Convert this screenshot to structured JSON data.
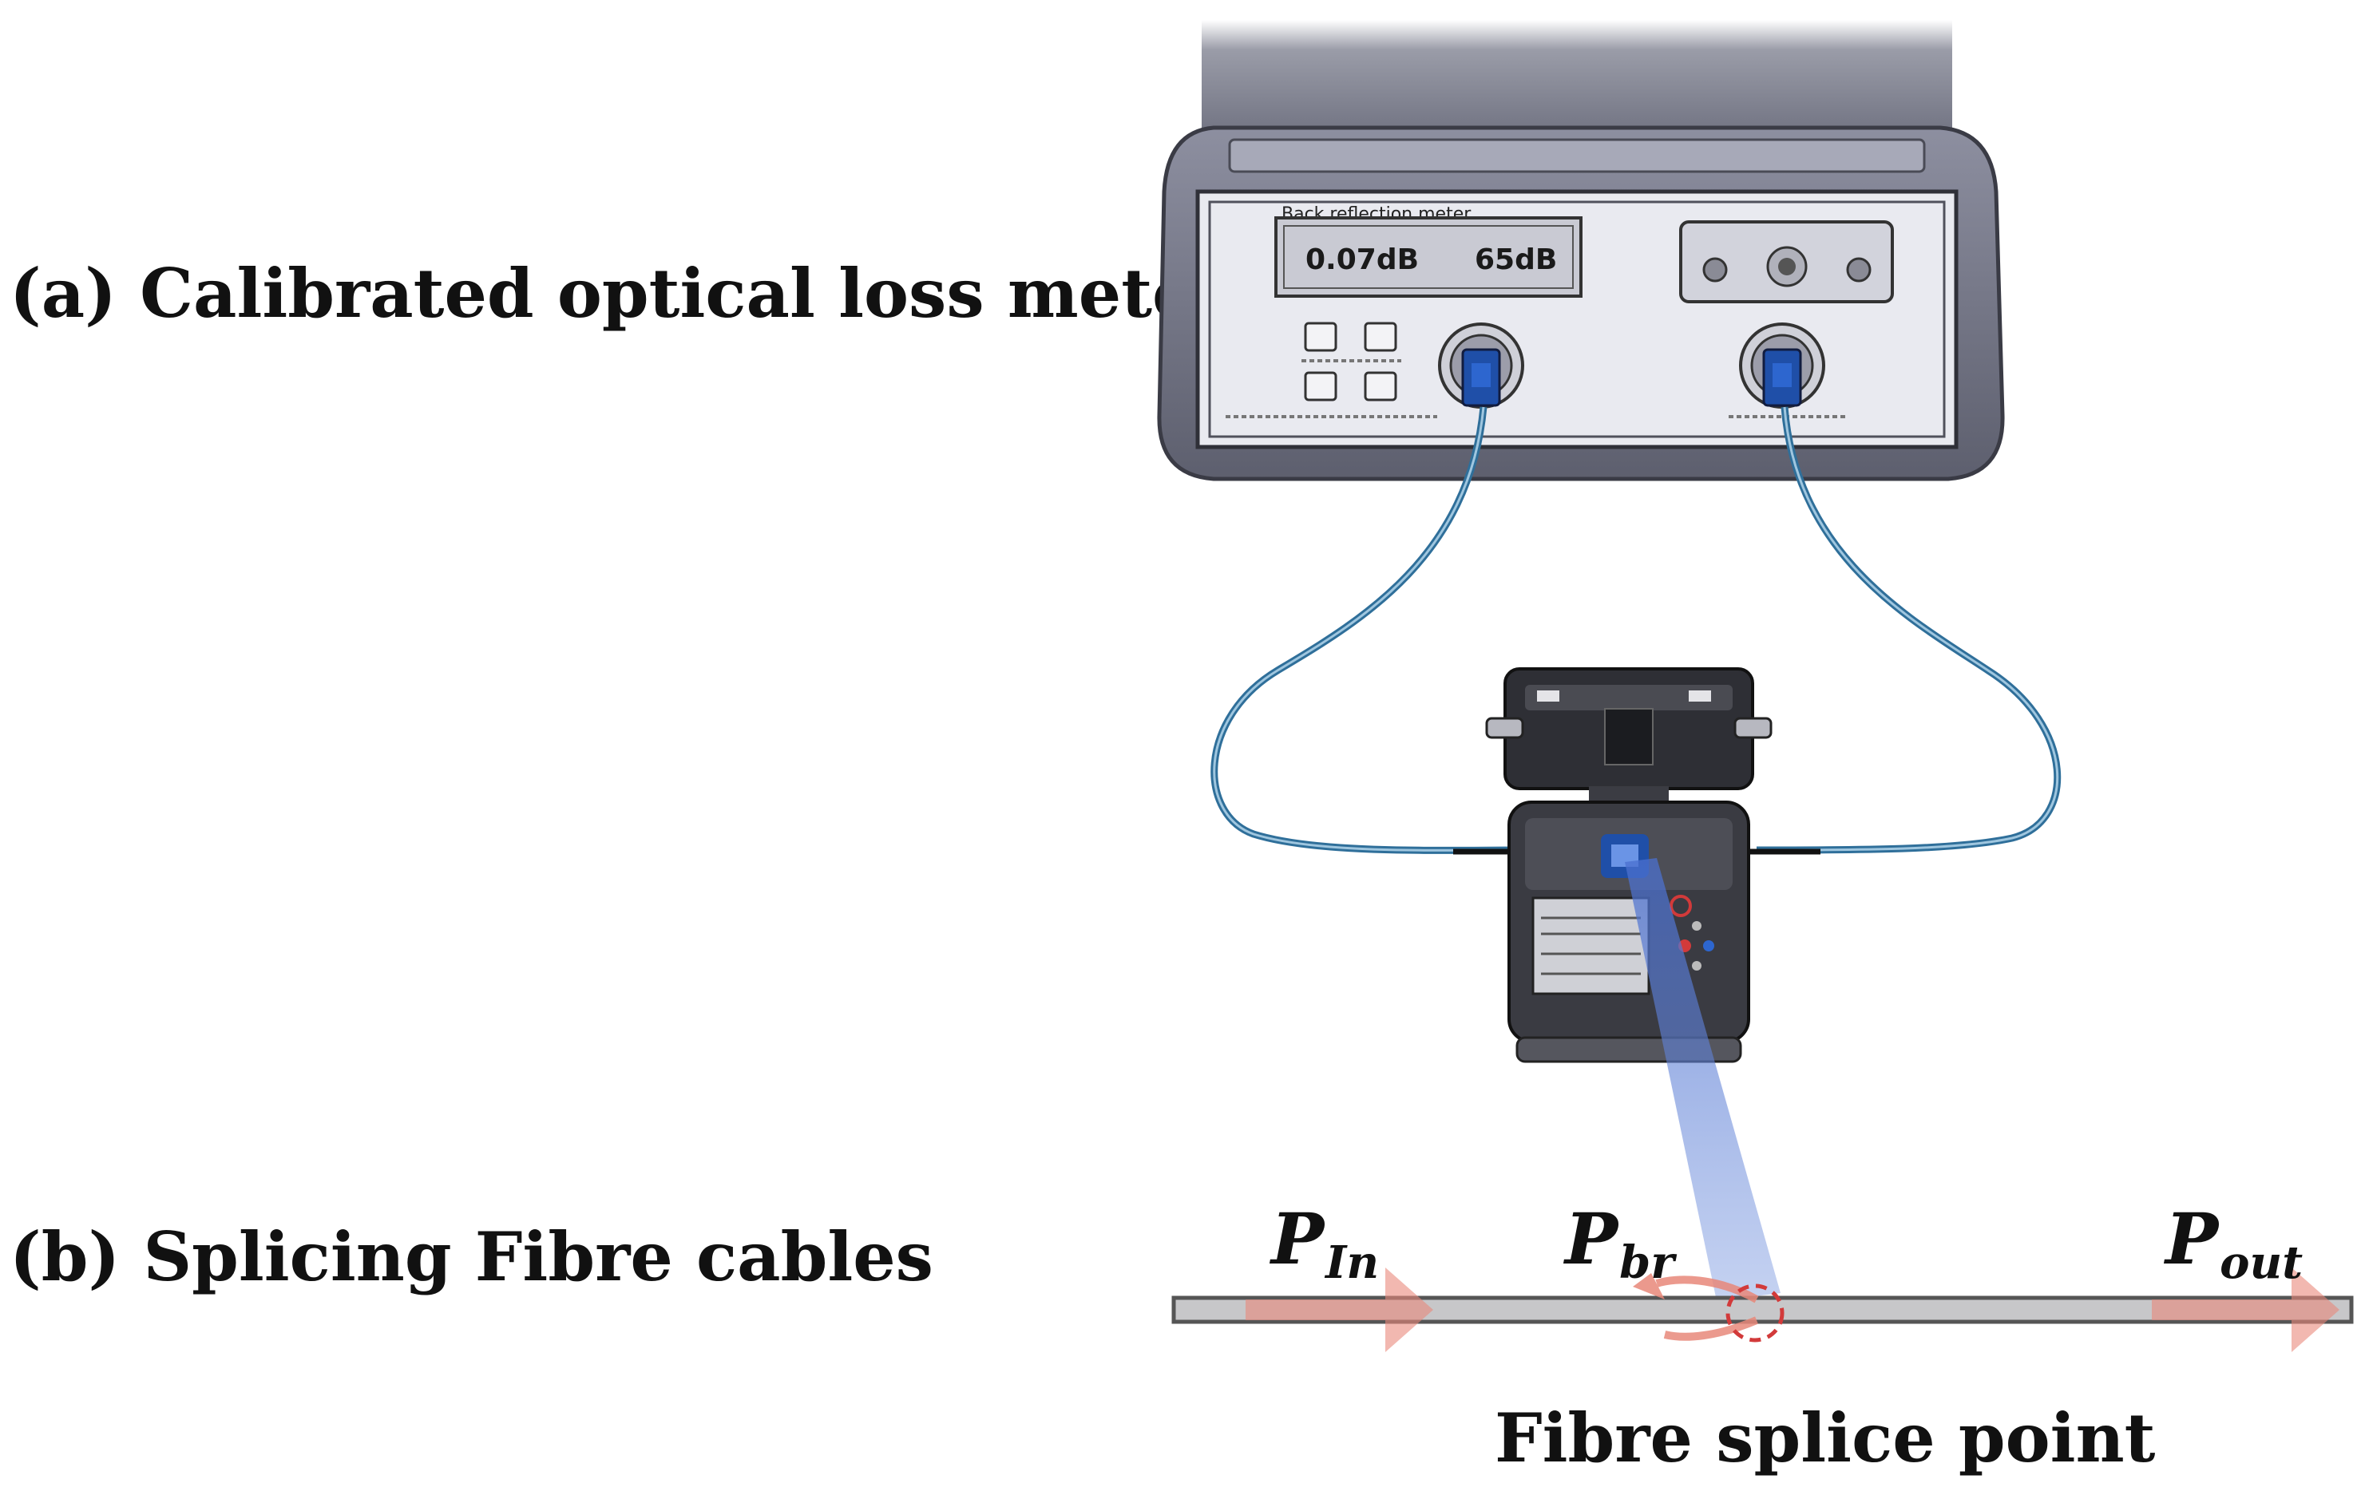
{
  "labels": {
    "a": "(a) Calibrated optical loss meter",
    "b": "(b) Splicing Fibre cables",
    "splice_point": "Fibre splice point"
  },
  "meter": {
    "panel_title": "Back reflection meter",
    "loss_value": "0.07dB",
    "return_value": "65dB"
  },
  "power": {
    "in": {
      "base": "P",
      "sub": "In"
    },
    "br": {
      "base": "P",
      "sub": "br"
    },
    "out": {
      "base": "P",
      "sub": "out"
    }
  },
  "colors": {
    "fibre_blue": "#2f6f9a",
    "connector_blue": "#1f4fa8",
    "arrow_red": "#e8887a",
    "beam_blue": "#5b7fd6",
    "splice_ring": "#d23a3a"
  }
}
